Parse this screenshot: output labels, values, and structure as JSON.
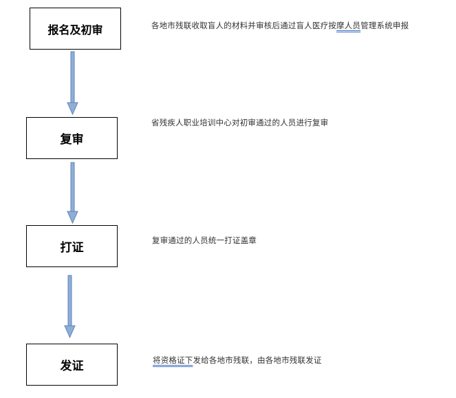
{
  "colors": {
    "arrow_fill": "#8eaed6",
    "arrow_stroke": "#5f86b9",
    "box_border": "#000000",
    "text": "#333333"
  },
  "steps": [
    {
      "label": "报名及初审",
      "desc_before": "各地市残联收取盲人的材料并审核后通过盲人医疗按",
      "desc_underlined": "摩人员",
      "desc_after": "管理系统申报"
    },
    {
      "label": "复审",
      "desc_before": "省残疾人职业培训中心对初审通过的人员进行复审",
      "desc_underlined": "",
      "desc_after": ""
    },
    {
      "label": "打证",
      "desc_before": "复审通过的人员统一打证盖章",
      "desc_underlined": "",
      "desc_after": ""
    },
    {
      "label": "发证",
      "desc_before": "",
      "desc_underlined": "将资格证下",
      "desc_after": "发给各地市残联，由各地市残联发证"
    }
  ]
}
